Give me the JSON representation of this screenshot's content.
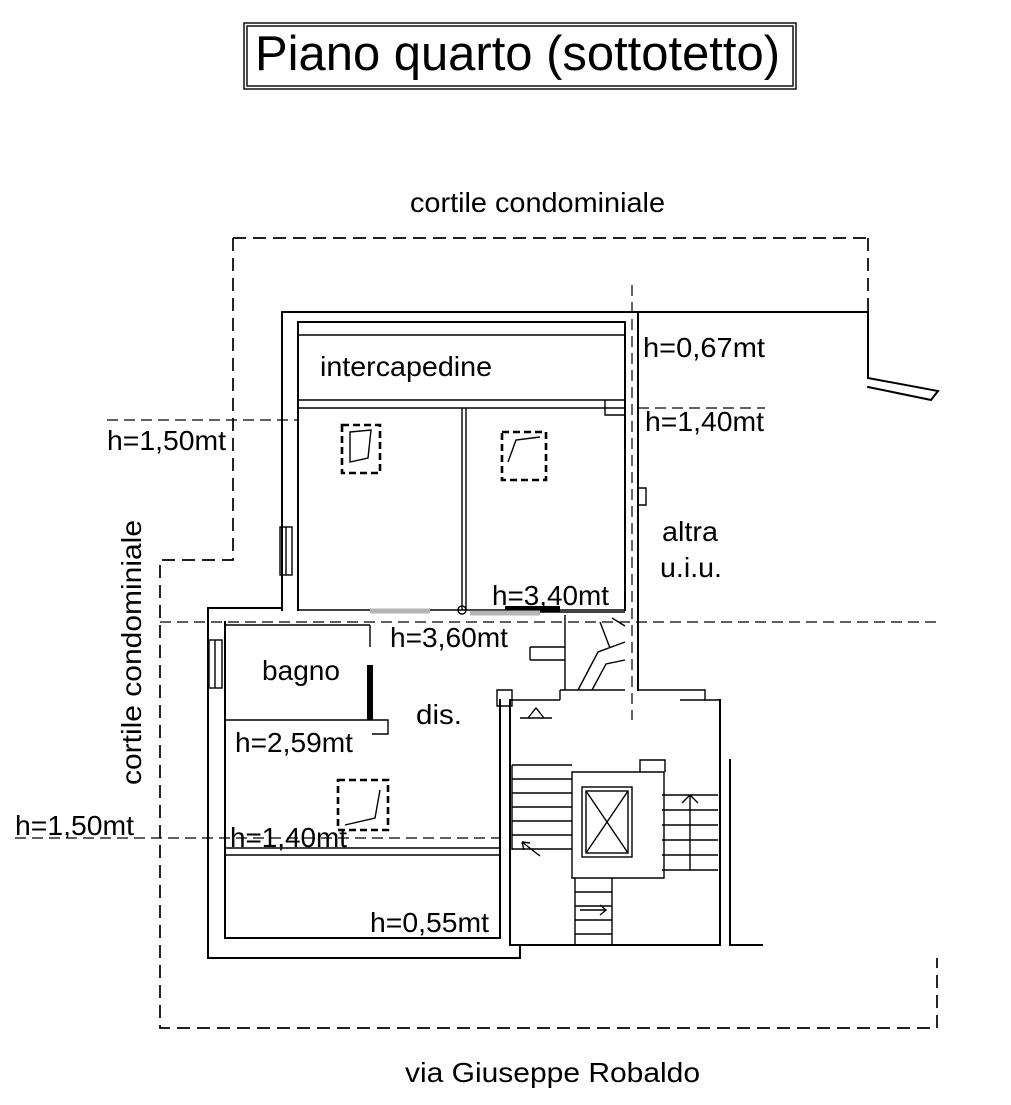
{
  "title": "Piano quarto (sottotetto)",
  "surroundings": {
    "top": "cortile condominiale",
    "left": "cortile condominiale",
    "bottom": "via Giuseppe Robaldo"
  },
  "rooms": {
    "intercapedine": "intercapedine",
    "bagno": "bagno",
    "disimpegno": "dis.",
    "other_unit": [
      "altra",
      "u.i.u."
    ]
  },
  "heights": [
    "h=0,67mt",
    "h=1,40mt",
    "h=1,50mt",
    "h=3,40mt",
    "h=3,60mt",
    "h=2,59mt",
    "h=1,50mt",
    "h=1,40mt",
    "h=0,55mt"
  ],
  "colors": {
    "ink": "#000000",
    "paper": "#ffffff"
  }
}
